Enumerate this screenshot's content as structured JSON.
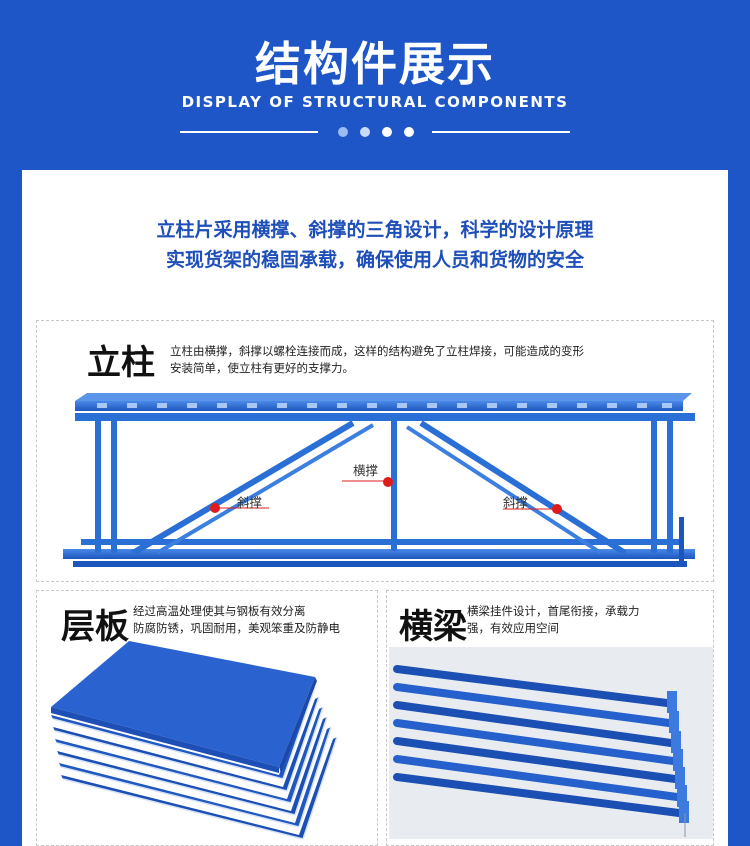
{
  "header": {
    "title": "结构件展示",
    "subtitle": "DISPLAY OF STRUCTURAL COMPONENTS"
  },
  "intro": {
    "line1": "立柱片采用横撑、斜撑的三角设计，科学的设计原理",
    "line2": "实现货架的稳固承载，确保使用人员和货物的安全"
  },
  "upright": {
    "title": "立柱",
    "desc_line1": "立柱由横撑，斜撑以螺栓连接而成，这样的结构避免了立柱焊接，可能造成的变形",
    "desc_line2": "安装简单，使立柱有更好的支撑力。",
    "label_horizontal": "横撑",
    "label_diagonal_left": "斜撑",
    "label_diagonal_right": "斜撑"
  },
  "shelf": {
    "title": "层板",
    "desc_line1": "经过高温处理使其与钢板有效分离",
    "desc_line2": "防腐防锈，巩固耐用，美观笨重及防静电"
  },
  "beam": {
    "title": "横梁",
    "desc_line1": "横梁挂件设计，首尾衔接，承载力",
    "desc_line2": "强，有效应用空间"
  },
  "colors": {
    "brand_blue": "#1e56c8",
    "steel_blue": "#2a6fd6",
    "marker_red": "#e01b1b"
  },
  "icons": {
    "marker": "red-dot-marker"
  }
}
